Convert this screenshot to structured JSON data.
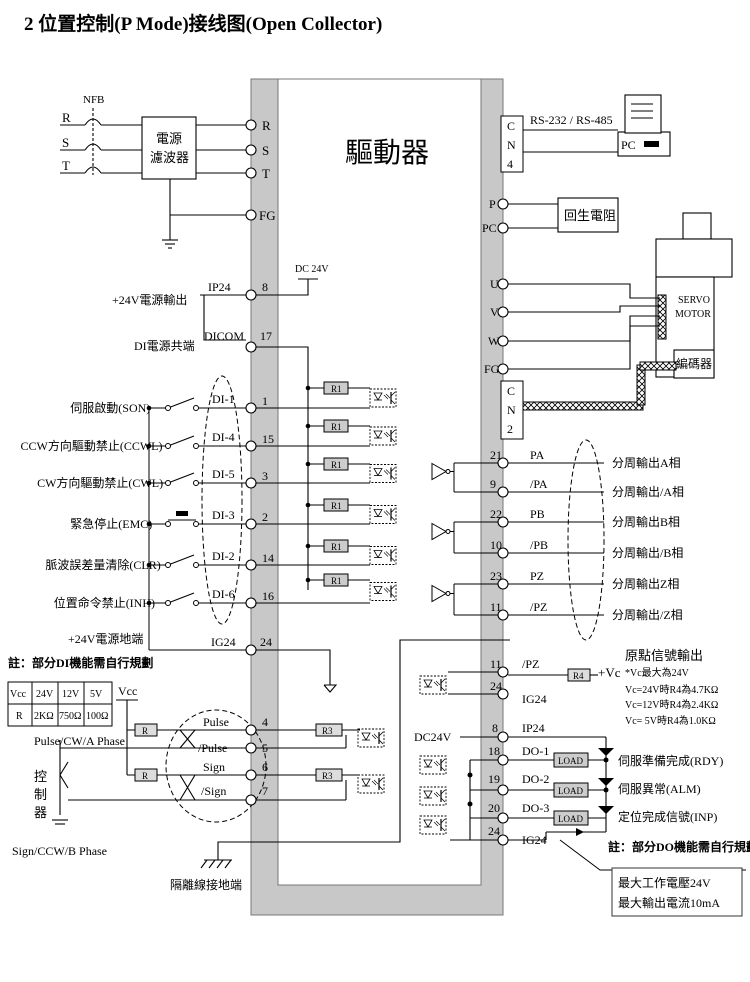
{
  "title": "2  位置控制(P Mode)接线图(Open Collector)",
  "driver_label": "驅動器",
  "power": {
    "nfb": "NFB",
    "phases": [
      "R",
      "S",
      "T"
    ],
    "filter_line1": "電源",
    "filter_line2": "濾波器",
    "terminals": [
      "R",
      "S",
      "T",
      "FG"
    ]
  },
  "comm": {
    "cn4": [
      "C",
      "N",
      "4"
    ],
    "protocol": "RS-232 / RS-485",
    "pc": "PC"
  },
  "regen": {
    "terminals": [
      "P",
      "PC"
    ],
    "label": "回生電阻"
  },
  "motor": {
    "terminals": [
      "U",
      "V",
      "W",
      "FG"
    ],
    "name_line1": "SERVO",
    "name_line2": "MOTOR",
    "encoder": "編碼器",
    "cn2": [
      "C",
      "N",
      "2"
    ]
  },
  "dc24v": "DC 24V",
  "ip24": {
    "desc": "+24V電源輸出",
    "name": "IP24",
    "pin": "8"
  },
  "dicom": {
    "desc": "DI電源共端",
    "name": "DICOM",
    "pin": "17"
  },
  "resistor_r1": "R1",
  "di_inputs": [
    {
      "desc": "伺服啟動(SON)",
      "name": "DI-1",
      "pin": "1"
    },
    {
      "desc": "CCW方向驅動禁止(CCWL)",
      "name": "DI-4",
      "pin": "15"
    },
    {
      "desc": "CW方向驅動禁止(CWL)",
      "name": "DI-5",
      "pin": "3"
    },
    {
      "desc": "緊急停止(EMC)",
      "name": "DI-3",
      "pin": "2"
    },
    {
      "desc": "脈波誤差量清除(CLR)",
      "name": "DI-2",
      "pin": "14"
    },
    {
      "desc": "位置命令禁止(INH)",
      "name": "DI-6",
      "pin": "16"
    }
  ],
  "ig24": {
    "desc": "+24V電源地端",
    "name": "IG24",
    "pin": "24"
  },
  "di_note": "註：部分DI機能需自行規劃",
  "vcc_table": {
    "header": [
      "Vcc",
      "24V",
      "12V",
      "5V"
    ],
    "row": [
      "R",
      "2KΩ",
      "750Ω",
      "100Ω"
    ]
  },
  "vcc": "Vcc",
  "pulse": {
    "phase_a": "Pulse/CW/A Phase",
    "phase_b": "Sign/CCW/B Phase",
    "controller": [
      "控",
      "制",
      "器"
    ],
    "r": "R",
    "r3": "R3",
    "signals": [
      {
        "name": "Pulse",
        "pin": "4"
      },
      {
        "name": "/Pulse",
        "pin": "5"
      },
      {
        "name": "Sign",
        "pin": "6"
      },
      {
        "name": "/Sign",
        "pin": "7"
      }
    ],
    "shield_ground": "隔離線接地端"
  },
  "encoder_out": [
    {
      "pin": "21",
      "name": "PA",
      "desc": "分周輸出A相"
    },
    {
      "pin": "9",
      "name": "/PA",
      "desc": "分周輸出/A相"
    },
    {
      "pin": "22",
      "name": "PB",
      "desc": "分周輸出B相"
    },
    {
      "pin": "10",
      "name": "/PB",
      "desc": "分周輸出/B相"
    },
    {
      "pin": "23",
      "name": "PZ",
      "desc": "分周輸出Z相"
    },
    {
      "pin": "11",
      "name": "/PZ",
      "desc": "分周輸出/Z相"
    }
  ],
  "origin": {
    "pins": [
      {
        "pin": "11",
        "name": "/PZ"
      },
      {
        "pin": "24",
        "name": "IG24"
      }
    ],
    "r4": "R4",
    "vc": "+Vc",
    "title": "原點信號輸出",
    "lines": [
      "*Vc最大為24V",
      "Vc=24V時R4為4.7KΩ",
      "Vc=12V時R4為2.4KΩ",
      "Vc= 5V時R4為1.0KΩ"
    ]
  },
  "do": {
    "dc24v": "DC24V",
    "pins": [
      {
        "pin": "8",
        "name": "IP24"
      },
      {
        "pin": "18",
        "name": "DO-1"
      },
      {
        "pin": "19",
        "name": "DO-2"
      },
      {
        "pin": "20",
        "name": "DO-3"
      },
      {
        "pin": "24",
        "name": "IG24"
      }
    ],
    "load": "LOAD",
    "descs": [
      "伺服準備完成(RDY)",
      "伺服異常(ALM)",
      "定位完成信號(INP)"
    ],
    "note": "註：部分DO機能需自行規劃",
    "spec1": "最大工作電壓24V",
    "spec2": "最大輸出電流10mA"
  }
}
